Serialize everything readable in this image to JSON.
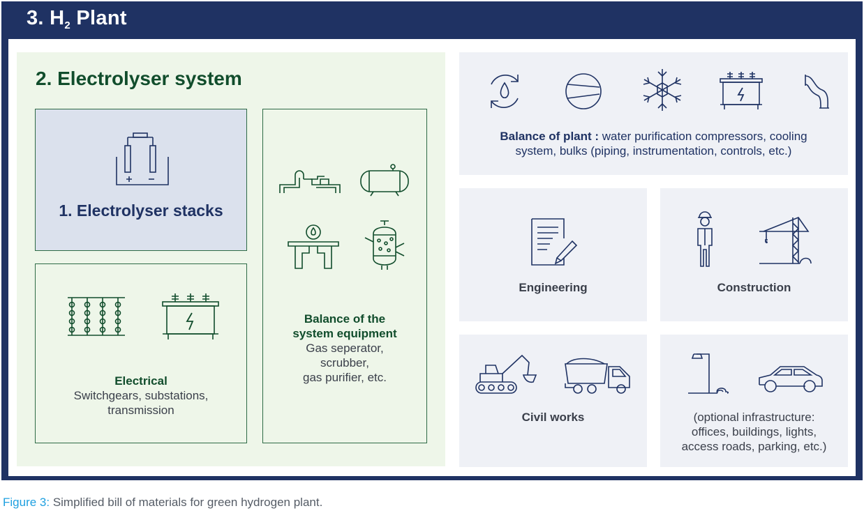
{
  "header": {
    "title_prefix": "3. H",
    "title_sub": "2",
    "title_suffix": " Plant"
  },
  "electrolyser_system": {
    "title": "2. Electrolyser system",
    "stacks_label": "1. Electrolyser stacks",
    "electrical_title": "Electrical",
    "electrical_line1": "Switchgears, substations,",
    "electrical_line2": "transmission",
    "bos_title_line1": "Balance of the",
    "bos_title_line2": "system equipment",
    "bos_line1": "Gas seperator,",
    "bos_line2": "scrubber,",
    "bos_line3": "gas purifier, etc."
  },
  "balance_of_plant": {
    "bold": "Balance of plant :",
    "line1_rest": " water purification compressors, cooling",
    "line2": "system, bulks (piping, instrumentation, controls, etc.)"
  },
  "engineering": {
    "label": "Engineering"
  },
  "construction": {
    "label": "Construction"
  },
  "civil_works": {
    "label": "Civil works"
  },
  "optional": {
    "line1": "(optional infrastructure:",
    "line2": "offices, buildings, lights,",
    "line3": "access roads, parking, etc.)"
  },
  "caption": {
    "label": "Figure 3:",
    "text": " Simplified bill of materials for green hydrogen plant."
  },
  "icons": [
    "battery-icon",
    "pipes-icon",
    "tank-icon",
    "purifier-icon",
    "scrubber-icon",
    "insulator-icon",
    "transformer-icon",
    "water-cycle-icon",
    "compressor-icon",
    "snowflake-icon",
    "pipe-bend-icon",
    "document-icon",
    "worker-icon",
    "crane-icon",
    "excavator-icon",
    "truck-icon",
    "streetlight-icon",
    "car-icon"
  ],
  "colors": {
    "navy": "#1f3263",
    "dark_green": "#114d2c",
    "light_green": "#eef6e9",
    "light_grey": "#eff1f6",
    "stack_blue": "#dbe1ed",
    "caption_blue": "#1fa0e0"
  }
}
